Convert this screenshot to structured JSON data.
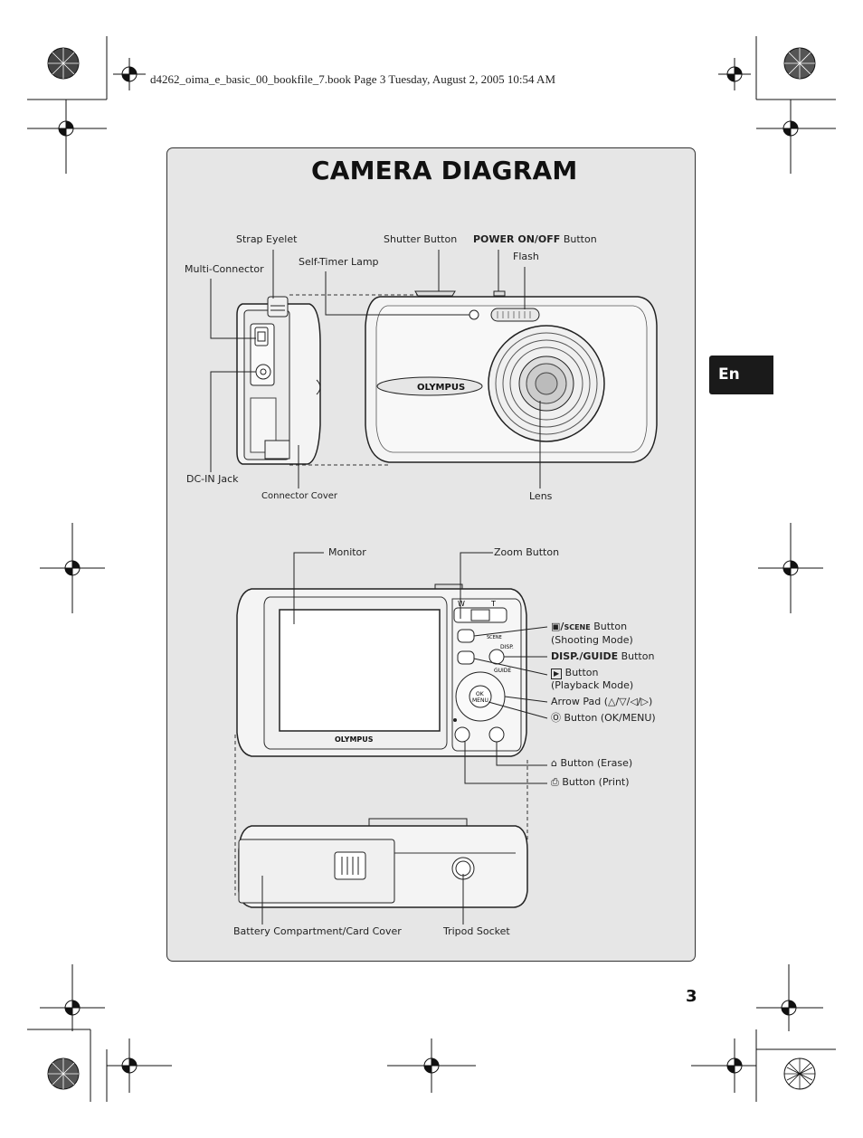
{
  "header": {
    "file_line": "d4262_oima_e_basic_00_bookfile_7.book  Page 3  Tuesday, August 2, 2005  10:54 AM"
  },
  "title": "CAMERA DIAGRAM",
  "language_tab": "En",
  "page_number": "3",
  "camera_brand": "OLYMPUS",
  "labels": {
    "strap_eyelet": "Strap Eyelet",
    "shutter_button": "Shutter Button",
    "power_bold": "POWER ON/OFF",
    "power_suffix": " Button",
    "multi_connector": "Multi-Connector",
    "self_timer_lamp": "Self-Timer Lamp",
    "flash": "Flash",
    "dc_in_jack": "DC-IN Jack",
    "connector_cover": "Connector Cover",
    "lens": "Lens",
    "monitor": "Monitor",
    "zoom_button": "Zoom Button",
    "shooting_icon_scene": "SCENE",
    "shooting_button_line1": " Button",
    "shooting_button_line2": "(Shooting Mode)",
    "disp_bold": "DISP./GUIDE",
    "disp_suffix": " Button",
    "playback_line1": " Button",
    "playback_line2": "(Playback Mode)",
    "arrow_pad_prefix": "Arrow Pad (",
    "arrow_pad_suffix": ")",
    "ok_menu": "Button (OK/MENU)",
    "erase": "Button (Erase)",
    "print": "Button (Print)",
    "battery_cover": "Battery Compartment/Card Cover",
    "tripod_socket": "Tripod Socket"
  },
  "back_panel_text": {
    "zoom_w": "W",
    "zoom_t": "T",
    "disp": "DISP.",
    "guide": "GUIDE",
    "scene": "SCENE",
    "ok": "OK",
    "menu": "MENU"
  }
}
